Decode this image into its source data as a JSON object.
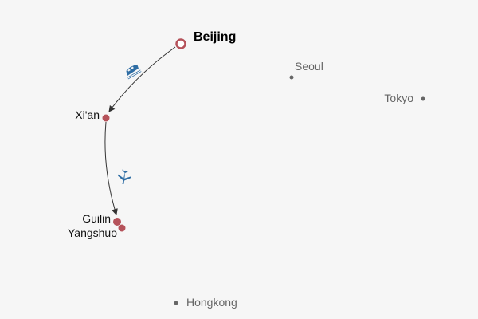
{
  "colors": {
    "visited": "#b5525a",
    "other": "#666666",
    "route": "#333333",
    "icon": "#2e6da4"
  },
  "cities": {
    "beijing": "Beijing",
    "xian": "Xi'an",
    "guilin": "Guilin",
    "yangshuo": "Yangshuo",
    "seoul": "Seoul",
    "tokyo": "Tokyo",
    "hongkong": "Hongkong"
  },
  "legs": [
    {
      "from": "Beijing",
      "to": "Xi'an",
      "mode": "train-icon"
    },
    {
      "from": "Xi'an",
      "to": "Guilin",
      "mode": "plane-icon"
    }
  ]
}
